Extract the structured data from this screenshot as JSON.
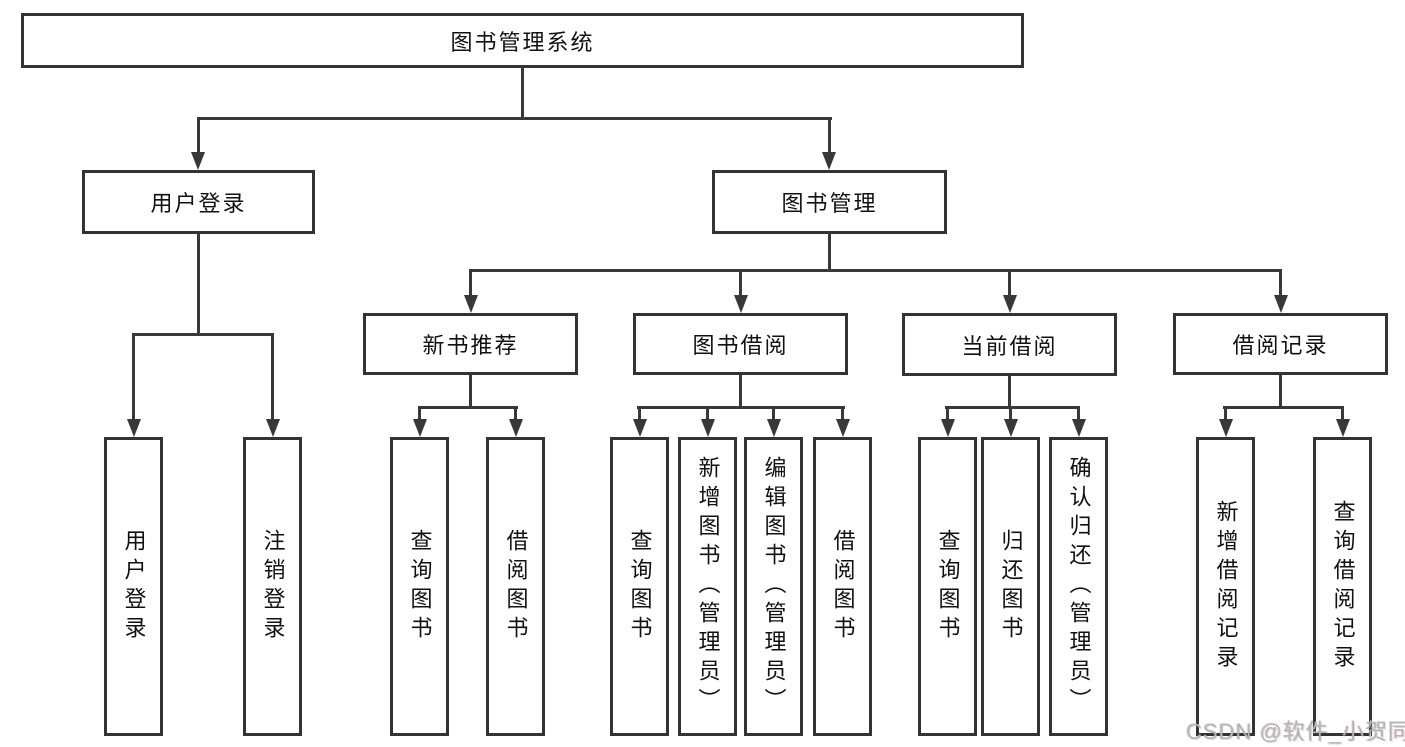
{
  "diagram": {
    "tree": {
      "label": "图书管理系统",
      "children": [
        {
          "label": "用户登录",
          "children": [
            {
              "label": "用户登录"
            },
            {
              "label": "注销登录"
            }
          ]
        },
        {
          "label": "图书管理",
          "children": [
            {
              "label": "新书推荐",
              "children": [
                {
                  "label": "查询图书"
                },
                {
                  "label": "借阅图书"
                }
              ]
            },
            {
              "label": "图书借阅",
              "children": [
                {
                  "label": "查询图书"
                },
                {
                  "label": "新增图书（管理员）"
                },
                {
                  "label": "编辑图书（管理员）"
                },
                {
                  "label": "借阅图书"
                }
              ]
            },
            {
              "label": "当前借阅",
              "children": [
                {
                  "label": "查询图书"
                },
                {
                  "label": "归还图书"
                },
                {
                  "label": "确认归还（管理员）"
                }
              ]
            },
            {
              "label": "借阅记录",
              "children": [
                {
                  "label": "新增借阅记录"
                },
                {
                  "label": "查询借阅记录"
                }
              ]
            }
          ]
        }
      ]
    },
    "colors": {
      "line": "#383838",
      "box_border": "#333333",
      "box_background": "#ffffff",
      "text": "#111111",
      "watermark": "#b5b5b5"
    }
  },
  "watermark": {
    "text": "CSDN @软件_小贺同学"
  }
}
